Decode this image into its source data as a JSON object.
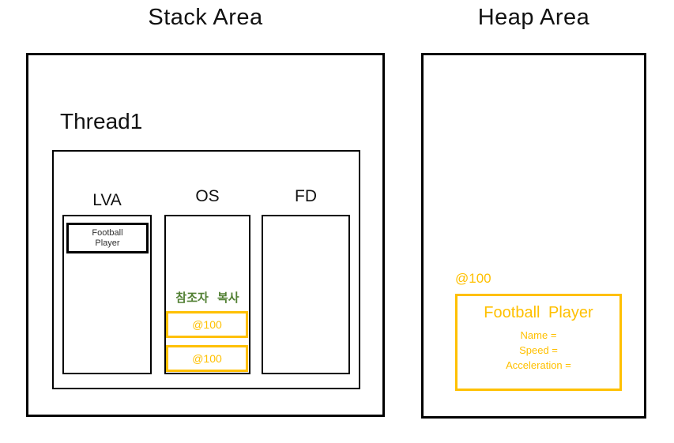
{
  "titles": {
    "stack": "Stack Area",
    "heap": "Heap Area"
  },
  "stack": {
    "thread_label": "Thread1",
    "columns": [
      {
        "label": "LVA"
      },
      {
        "label": "OS"
      },
      {
        "label": "FD"
      }
    ],
    "lva": {
      "variable": "Football Player"
    },
    "os": {
      "annotation": "참조자 복사",
      "refs": [
        "@100",
        "@100"
      ]
    }
  },
  "heap": {
    "address_label": "@100",
    "object": {
      "title": "Football Player",
      "fields": [
        "Name =",
        "Speed =",
        "Acceleration ="
      ]
    }
  },
  "colors": {
    "accent_orange": "#FFC000",
    "annotation_green": "#538135",
    "outline_black": "#000000"
  }
}
